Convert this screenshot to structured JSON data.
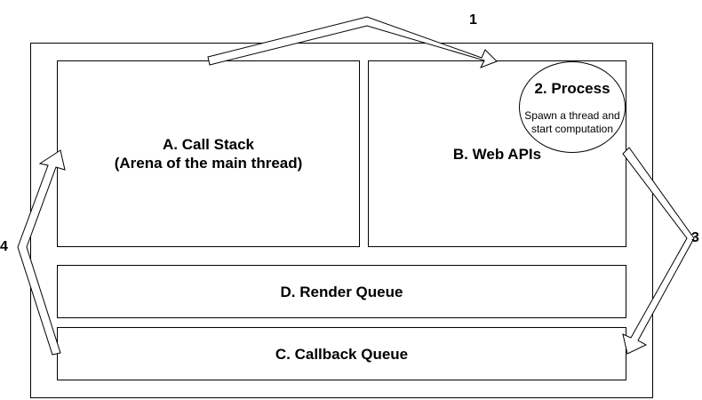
{
  "diagram": {
    "call_stack": "A. Call Stack\n(Arena of the main thread)",
    "web_apis": "B. Web APIs",
    "render_queue": "D. Render Queue",
    "callback_queue": "C. Callback Queue",
    "process_title": "2. Process",
    "process_desc": "Spawn a thread and\nstart computation",
    "steps": [
      "1",
      "3",
      "4"
    ]
  }
}
